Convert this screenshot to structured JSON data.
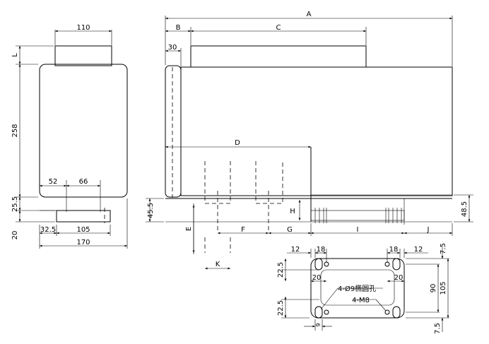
{
  "front_view": {
    "dims": {
      "top_width": "110",
      "top_height": "L",
      "body_height": "258",
      "base_height": "25.5",
      "foot_height": "20",
      "inner_left": "52",
      "inner_mid": "66",
      "foot_offset": "32.5",
      "foot_width": "105",
      "overall_width": "170"
    }
  },
  "side_view": {
    "dims": {
      "overall": "A",
      "b": "B",
      "c": "C",
      "flange": "30",
      "d": "D",
      "base_left": "45.5",
      "base_right": "48.5",
      "e": "E",
      "f": "F",
      "g": "G",
      "h": "H",
      "i": "I",
      "j": "J",
      "k": "K"
    }
  },
  "mounting_plate": {
    "dims": {
      "left_12": "12",
      "left_18": "18",
      "right_18": "18",
      "right_12": "12",
      "top_7_5": "7.5",
      "upper_22_5": "22.5",
      "lower_22_5": "22.5",
      "left_20": "20",
      "right_20": "20",
      "inner_90": "90",
      "outer_105": "105",
      "bottom_7_5": "7.5",
      "slot_9": "9"
    },
    "callouts": {
      "holes": "4-Ø9椭圆孔",
      "threads": "4-M8"
    }
  }
}
